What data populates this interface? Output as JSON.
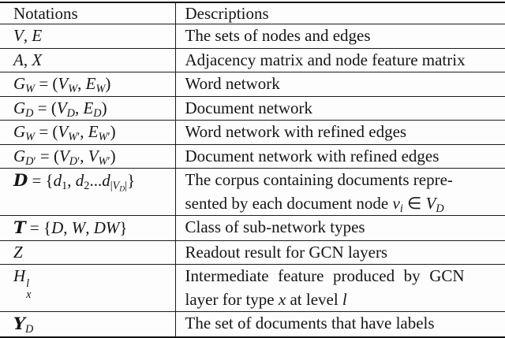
{
  "colors": {
    "background": "#fdfdfd",
    "text": "#161616",
    "rule": "#1c1c1c"
  },
  "table": {
    "columns": [
      {
        "label": "Notations"
      },
      {
        "label": "Descriptions"
      }
    ],
    "rows": [
      {
        "notation_html": "<i>V</i>, <i>E</i>",
        "description_html": "The sets of nodes and edges"
      },
      {
        "notation_html": "<i>A</i>, <i>X</i>",
        "description_html": "Adjacency matrix and node feature matrix"
      },
      {
        "notation_html": "<i>G</i><sub><i>W</i></sub> = (<i>V</i><sub><i>W</i></sub>, <i>E</i><sub><i>W</i></sub>)",
        "description_html": "Word network"
      },
      {
        "notation_html": "<i>G</i><sub><i>D</i></sub> = (<i>V</i><sub><i>D</i></sub>, <i>E</i><sub><i>D</i></sub>)",
        "description_html": "Document network"
      },
      {
        "notation_html": "<i>G</i><sub><i>W</i></sub> = (<i>V</i><sub><i>W</i>′</sub>, <i>E</i><sub><i>W</i>′</sub>)",
        "description_html": "Word network with refined edges"
      },
      {
        "notation_html": "<i>G</i><sub><i>D</i>′</sub> = (<i>V</i><sub><i>D</i>′</sub>, <i>V</i><sub><i>W</i>′</sub>)",
        "description_html": "Document network with refined edges"
      },
      {
        "notation_html": "<span class='scr'>D</span> = {<i>d</i><sub>1</sub>, <i>d</i><sub>2</sub>...<i>d</i><sub>|<i>V</i><sub><i>D</i></sub>|</sub>}",
        "description_html": "The corpus containing documents repre-<br>sented by each document node <i>v</i><sub><i>i</i></sub> ∈ <i>V</i><sub><i>D</i></sub>"
      },
      {
        "notation_html": "<span class='scr'>T</span> = {<i>D</i>, <i>W</i>, <i>DW</i>}",
        "description_html": "Class of sub-network types"
      },
      {
        "notation_html": "<i>Z</i>",
        "description_html": "Readout result for GCN layers"
      },
      {
        "notation_html": "<i>H</i><span class='ss'><sup><i>l</i></sup><sub><i>x</i></sub></span>",
        "description_html": "<span class='wide'>Intermediate feature produced by GCN</span><br>layer for type <i>x</i> at level <i>l</i>"
      },
      {
        "notation_html": "<span class='scr'>Y</span><sub><i>D</i></sub>",
        "description_html": "The set of documents that have labels"
      }
    ]
  }
}
